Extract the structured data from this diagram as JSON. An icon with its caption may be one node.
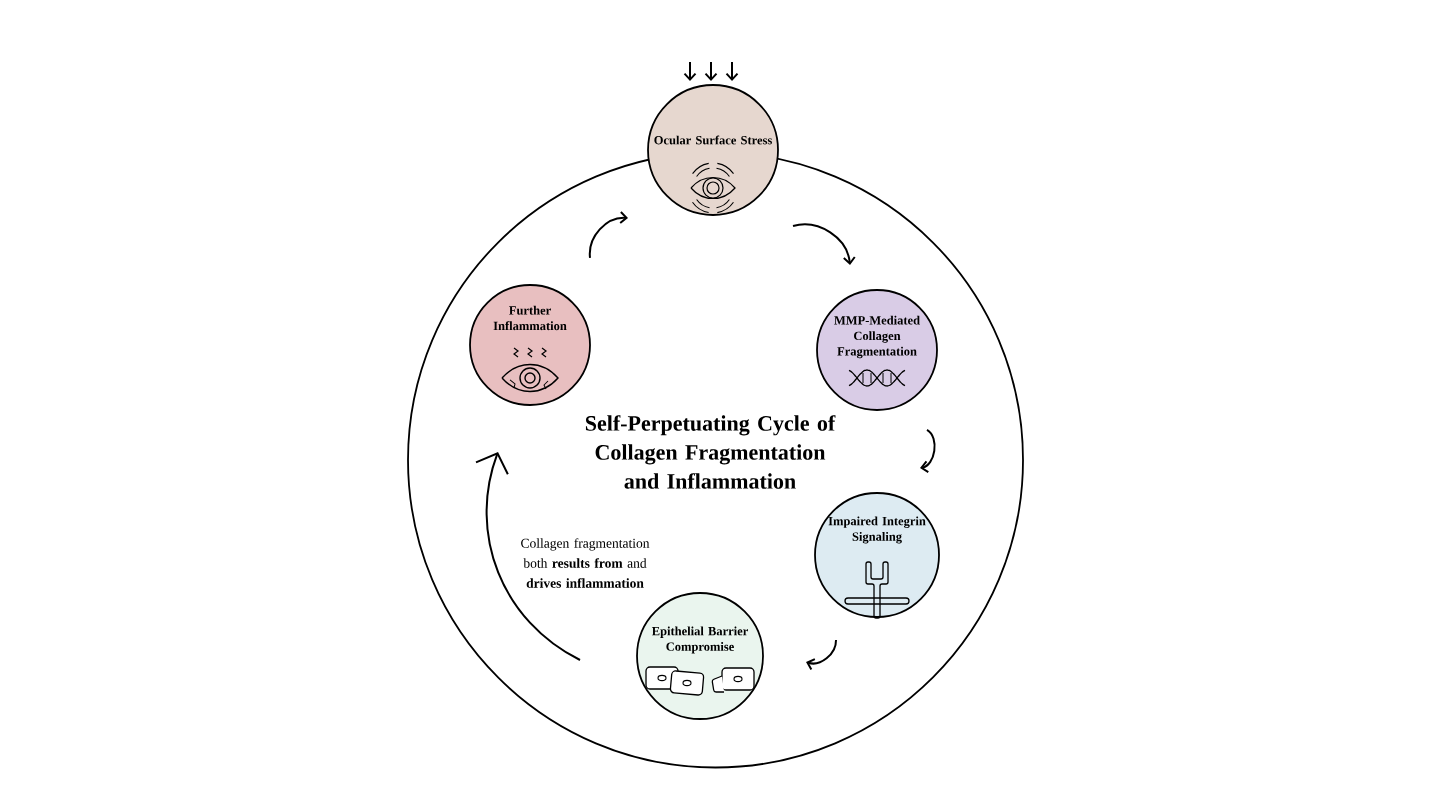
{
  "diagram": {
    "title": "Self-Perpetuating Cycle of Collagen Fragmentation and Inflammation",
    "nodes": [
      {
        "text": [
          "Ocular Surface Stress"
        ]
      },
      {
        "text": [
          "MMP-Mediated Collagen Fragmentation"
        ]
      },
      {
        "text": [
          "Impaired Integrin Signaling"
        ]
      },
      {
        "text": [
          "Epithelial Barrier Compromise"
        ]
      },
      {
        "text": [
          "Further Inflammation"
        ]
      }
    ],
    "edges": [
      {
        "from": 0,
        "to": 1,
        "arrow": "to"
      },
      {
        "from": 1,
        "to": 2,
        "arrow": "to"
      },
      {
        "from": 2,
        "to": 3,
        "arrow": "to"
      },
      {
        "from": 3,
        "to": 4,
        "arrow": "to"
      },
      {
        "from": 4,
        "to": 0,
        "arrow": "to"
      },
      {
        "from": null,
        "to": 0,
        "arrow": "to"
      },
      {
        "from": null,
        "to": 0,
        "arrow": "to"
      },
      {
        "from": null,
        "to": 0,
        "arrow": "to"
      }
    ],
    "labels": [
      "Collagen fragmentation both **results from** and **drives inflammation**"
    ]
  }
}
